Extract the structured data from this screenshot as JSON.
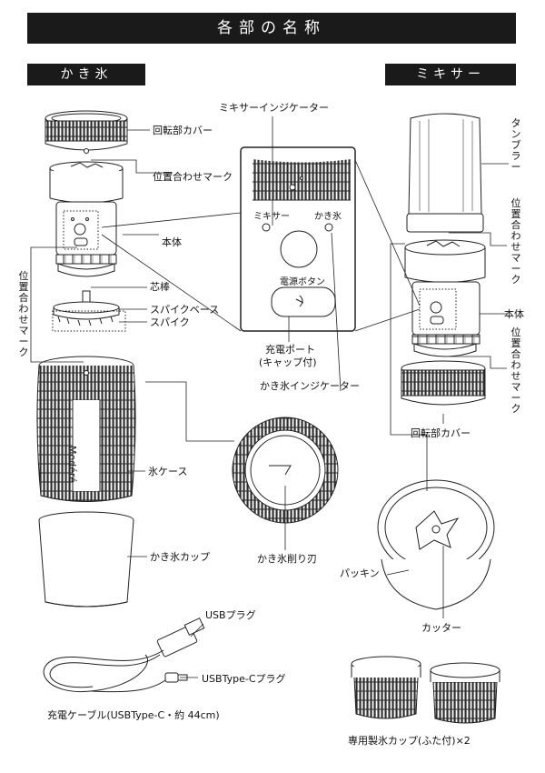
{
  "title": "各部の名称",
  "sections": {
    "left": "かき氷",
    "right": "ミキサー"
  },
  "labels": {
    "rotating_cover": "回転部カバー",
    "align_mark": "位置合わせマーク",
    "body": "本体",
    "align_mark_vertical": "位置合わせマーク",
    "core_rod": "芯棒",
    "spike_base": "スパイクベース",
    "spike": "スパイク",
    "ice_case": "氷ケース",
    "ice_cup": "かき氷カップ",
    "usb_plug": "USBプラグ",
    "usbc_plug": "USBType-Cプラグ",
    "cable": "充電ケーブル(USBType-C・約 44cm)",
    "mixer_indicator": "ミキサーインジケーター",
    "panel_mixer": "ミキサー",
    "panel_kakigori": "かき氷",
    "power_button": "電源ボタン",
    "charge_port_l1": "充電ポート",
    "charge_port_l2": "(キャップ付)",
    "kakigori_indicator": "かき氷インジケーター",
    "shaving_blade": "かき氷削り刃",
    "tumbler": "タンブラー",
    "align_mark_r1": "位置合わせマーク",
    "body_r": "本体",
    "align_mark_r2": "位置合わせマーク",
    "rotating_cover_r": "回転部カバー",
    "packing": "パッキン",
    "cutter": "カッター",
    "dedicated_cups": "専用製氷カップ(ふた付)×2",
    "brand": "Modéré"
  }
}
